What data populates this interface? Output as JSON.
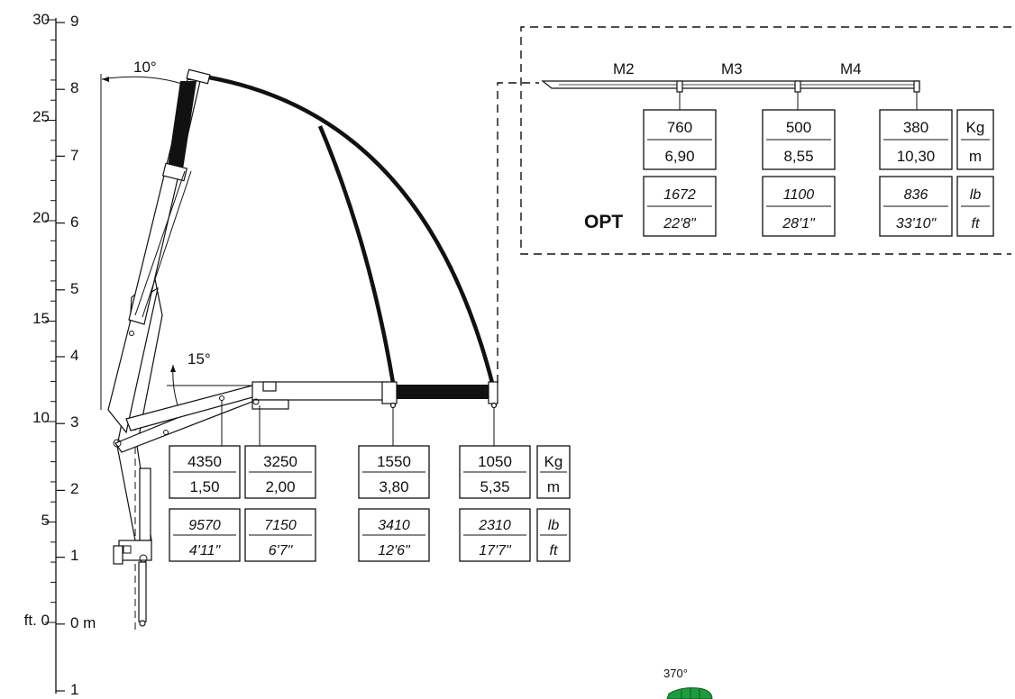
{
  "scale": {
    "ft_labels": [
      "30",
      "25",
      "20",
      "15",
      "10",
      "5",
      "ft. 0"
    ],
    "m_labels": [
      "9",
      "8",
      "7",
      "6",
      "5",
      "4",
      "3",
      "2",
      "1",
      "0 m",
      "1"
    ]
  },
  "angles": {
    "top": "10°",
    "bottom": "15°",
    "rotation": "370°"
  },
  "loads": [
    {
      "kg": "4350",
      "m": "1,50",
      "lb": "9570",
      "ft": "4'11\""
    },
    {
      "kg": "3250",
      "m": "2,00",
      "lb": "7150",
      "ft": "6'7\""
    },
    {
      "kg": "1550",
      "m": "3,80",
      "lb": "3410",
      "ft": "12'6\""
    },
    {
      "kg": "1050",
      "m": "5,35",
      "lb": "2310",
      "ft": "17'7\""
    }
  ],
  "units": {
    "kg": "Kg",
    "m": "m",
    "lb": "lb",
    "ft": "ft"
  },
  "opt": {
    "label": "OPT",
    "sections": [
      "M2",
      "M3",
      "M4"
    ],
    "loads": [
      {
        "kg": "760",
        "m": "6,90",
        "lb": "1672",
        "ft": "22'8\""
      },
      {
        "kg": "500",
        "m": "8,55",
        "lb": "1100",
        "ft": "28'1\""
      },
      {
        "kg": "380",
        "m": "10,30",
        "lb": "836",
        "ft": "33'10\""
      }
    ]
  }
}
